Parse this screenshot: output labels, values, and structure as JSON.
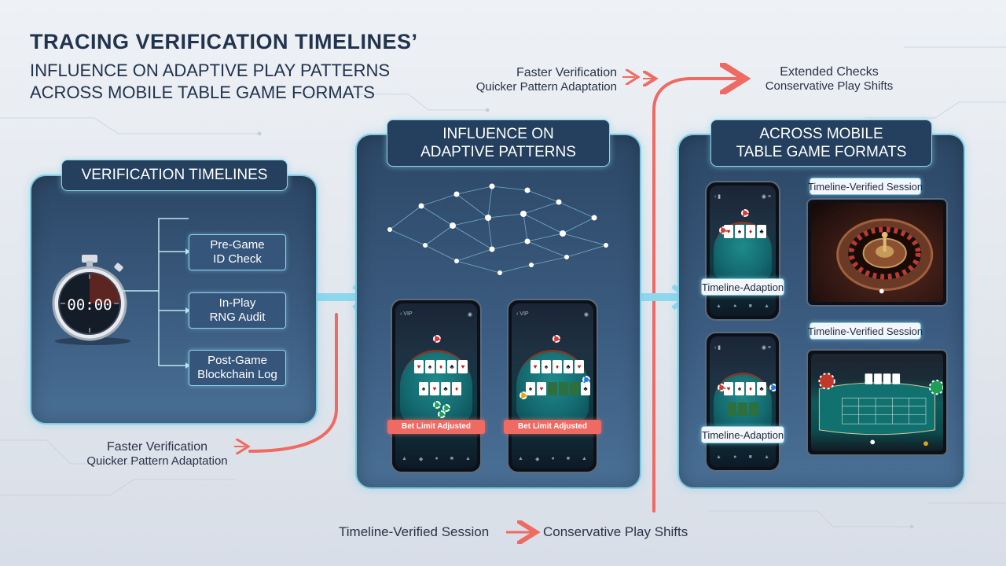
{
  "title": {
    "line1": "TRACING VERIFICATION TIMELINES’",
    "line2": "INFLUENCE ON ADAPTIVE PLAY PATTERNS",
    "line3": "ACROSS MOBILE TABLE GAME FORMATS"
  },
  "annotations": {
    "top_middle": {
      "line1": "Faster Verification",
      "line2": "Quicker Pattern Adaptation"
    },
    "top_right": {
      "line1": "Extended Checks",
      "line2": "Conservative Play Shifts"
    },
    "bottom_left": {
      "line1": "Faster Verification",
      "line2": "Quicker Pattern Adaptation"
    },
    "bottom_center": {
      "left": "Timeline-Verified Session",
      "right": "Conservative Play Shifts"
    }
  },
  "panels": {
    "verification": {
      "label": "VERIFICATION TIMELINES",
      "timer": "00:00",
      "steps": [
        {
          "line1": "Pre-Game",
          "line2": "ID Check"
        },
        {
          "line1": "In-Play",
          "line2": "RNG Audit"
        },
        {
          "line1": "Post-Game",
          "line2": "Blockchain Log"
        }
      ]
    },
    "patterns": {
      "label_line1": "INFLUENCE ON",
      "label_line2": "ADAPTIVE PATTERNS",
      "phones": [
        {
          "bet_label": "Bet Limit Adjusted"
        },
        {
          "bet_label": "Bet Limit Adjusted"
        }
      ]
    },
    "formats": {
      "label_line1": "ACROSS MOBILE",
      "label_line2": "TABLE GAME FORMATS",
      "tags": {
        "verified_top": "Timeline-Verified Session",
        "verified_bottom": "Timeline-Verified Session",
        "adaption_top": "Timeline-Adaption",
        "adaption_bottom": "Timeline-Adaption"
      }
    }
  },
  "colors": {
    "accent_cyan": "#8fd3e8",
    "accent_red": "#ef6a63",
    "panel_dark": "#2c4766"
  },
  "icons": {
    "timer": "stopwatch-icon",
    "network": "neural-network-icon",
    "arrow": "arrow-right-icon"
  }
}
